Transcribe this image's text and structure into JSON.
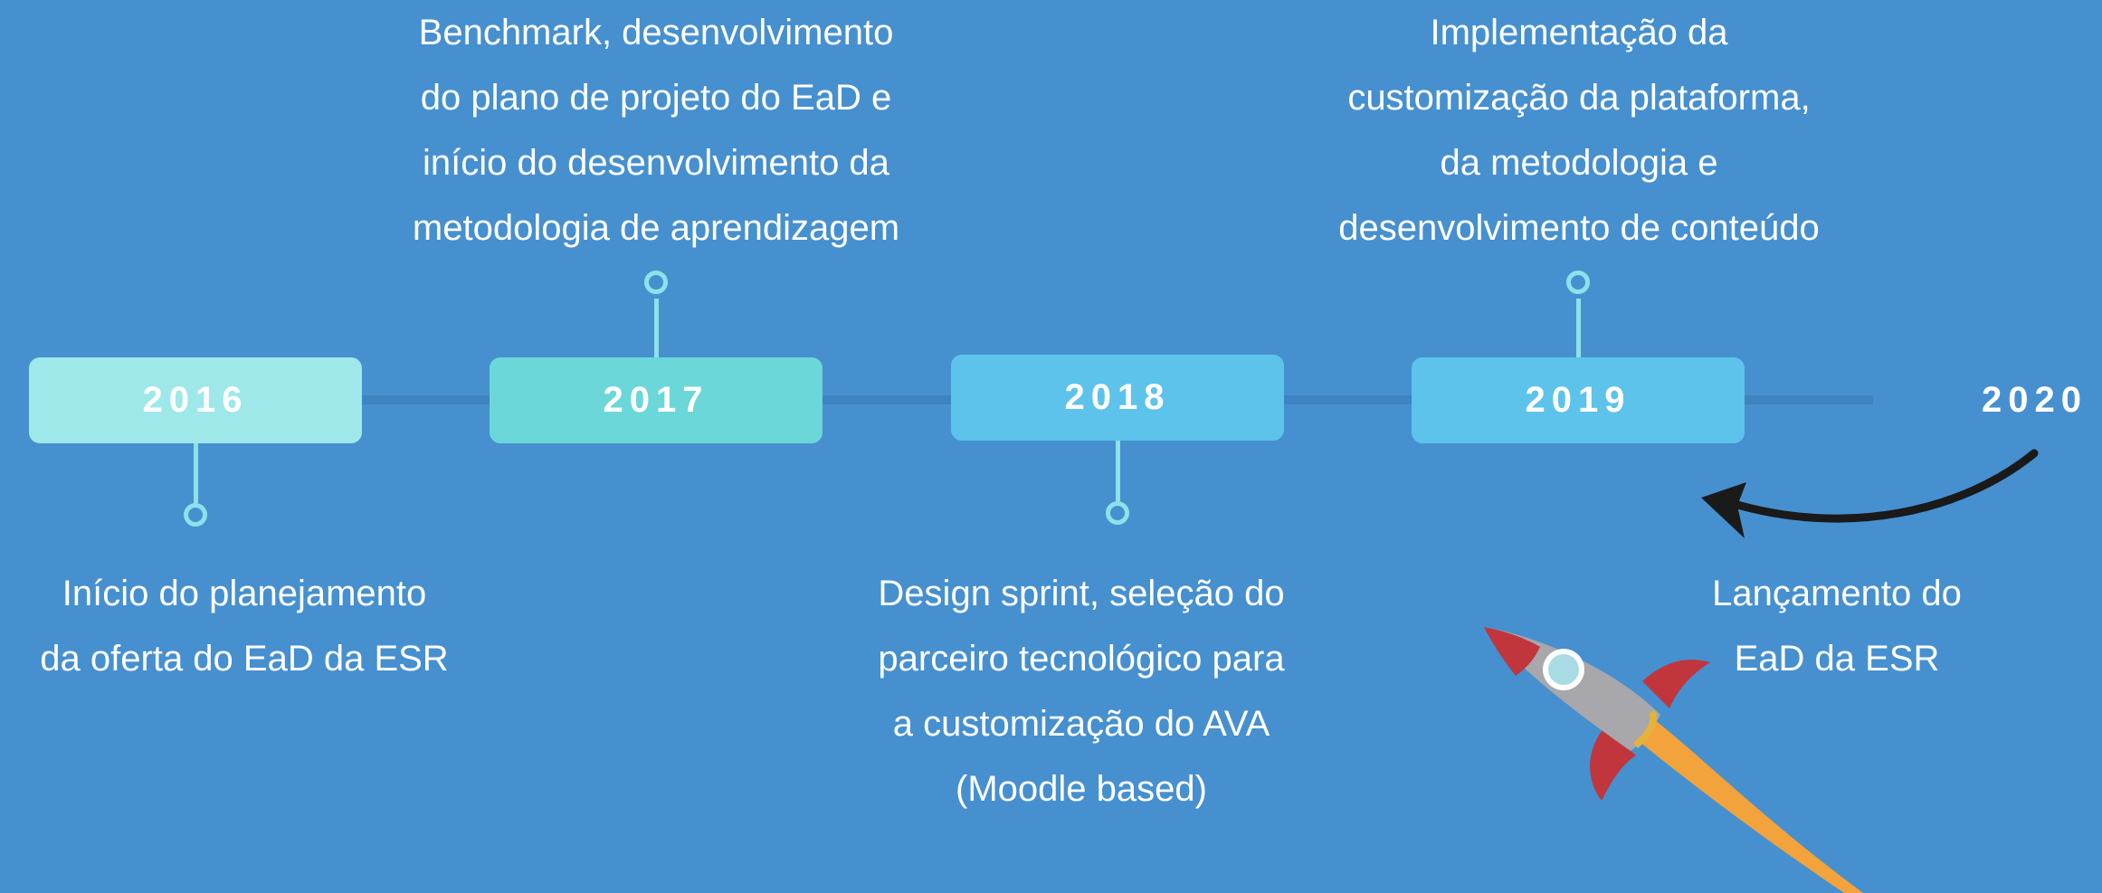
{
  "timeline": {
    "items": [
      {
        "year": "2016",
        "description": "Início do planejamento\nda oferta do EaD da ESR",
        "color": "#9ee8ea"
      },
      {
        "year": "2017",
        "description": "Benchmark, desenvolvimento\ndo plano de projeto do EaD e\ninício do desenvolvimento da\nmetodologia de aprendizagem",
        "color": "#6cd7d9"
      },
      {
        "year": "2018",
        "description": "Design sprint, seleção do\nparceiro tecnológico para\na customização do AVA\n(Moodle based)",
        "color": "#5dc3ea"
      },
      {
        "year": "2019",
        "description": "Implementação da\ncustomização da plataforma,\nda metodologia e\ndesenvolvimento de conteúdo",
        "color": "#5dc3ea"
      },
      {
        "year": "2020",
        "description": "Lançamento do\nEaD da ESR"
      }
    ]
  },
  "colors": {
    "background": "#4690cf",
    "axis": "#3f83c0",
    "connector": "#8fe0e8",
    "text": "#ffffff"
  },
  "icons": {
    "arrow": "curved-arrow-icon",
    "rocket": "rocket-icon"
  }
}
